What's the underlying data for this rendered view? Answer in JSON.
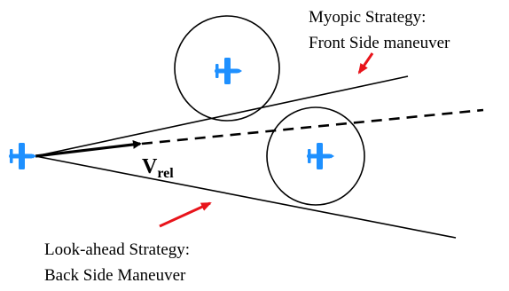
{
  "labels": {
    "myopic_line1": "Myopic Strategy:",
    "myopic_line2": "Front Side maneuver",
    "lookahead_line1": "Look-ahead Strategy:",
    "lookahead_line2": "Back Side Maneuver",
    "vrel_main": "V",
    "vrel_sub": "rel"
  },
  "colors": {
    "aircraft": "#1e90ff",
    "arrow": "#e8141b",
    "line": "#000000",
    "background": "#ffffff"
  },
  "icons": {
    "ownship": "airplane-icon",
    "intruder_front": "airplane-icon",
    "intruder_back": "airplane-icon"
  }
}
